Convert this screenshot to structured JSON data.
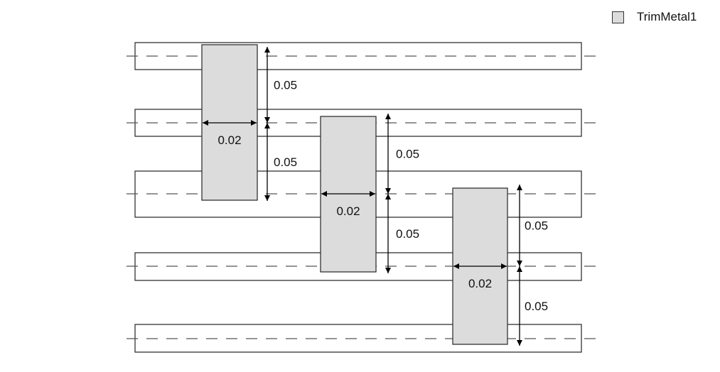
{
  "legend": {
    "label": "TrimMetal1",
    "swatch_color": "#dcdcdc"
  },
  "tracks": [
    {
      "name": "track-1"
    },
    {
      "name": "track-2"
    },
    {
      "name": "track-3"
    },
    {
      "name": "track-4"
    },
    {
      "name": "track-5"
    }
  ],
  "trim_shapes": [
    {
      "name": "trim-shape-1",
      "width_label": "0.02",
      "spacing_labels": [
        "0.05",
        "0.05"
      ]
    },
    {
      "name": "trim-shape-2",
      "width_label": "0.02",
      "spacing_labels": [
        "0.05",
        "0.05"
      ]
    },
    {
      "name": "trim-shape-3",
      "width_label": "0.02",
      "spacing_labels": [
        "0.05",
        "0.05"
      ]
    }
  ],
  "colors": {
    "trim_fill": "#dcdcdc",
    "outline": "#333333",
    "dash": "#555555"
  }
}
